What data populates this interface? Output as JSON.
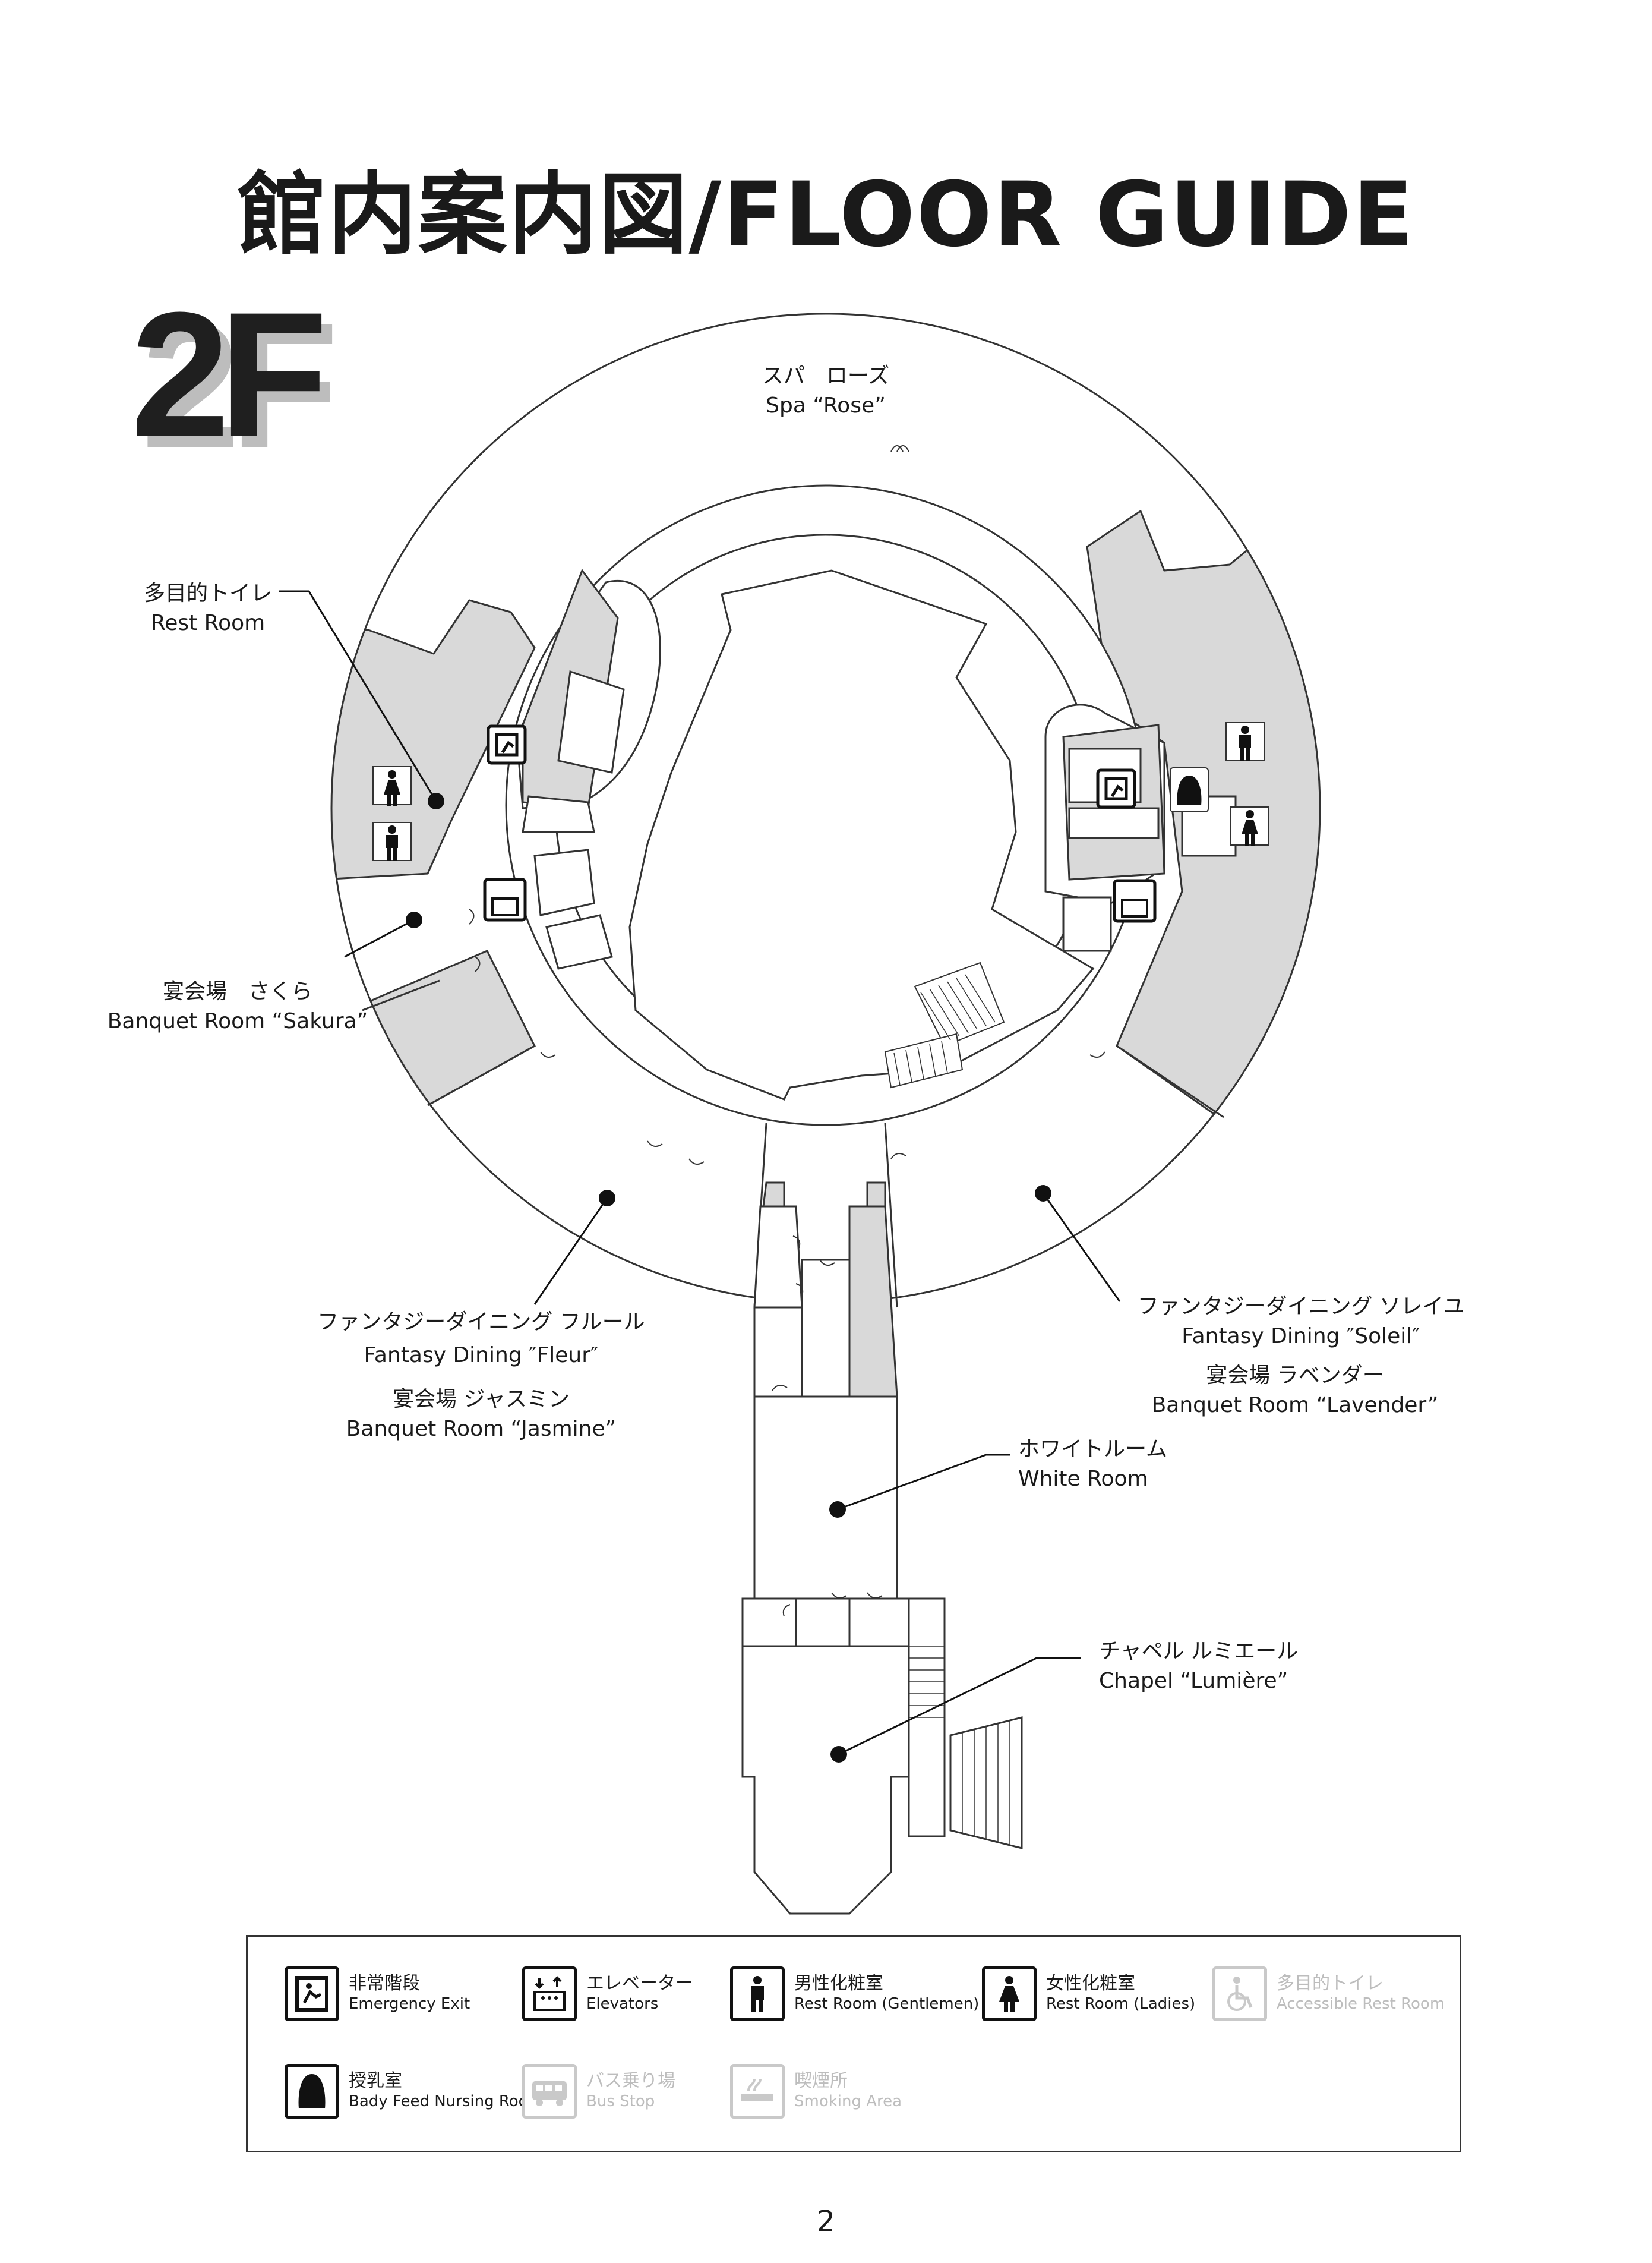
{
  "title": "館内案内図/FLOOR GUIDE",
  "floor": "2F",
  "rooms": {
    "spa": {
      "ja": "スパ　ローズ",
      "en": "Spa “Rose”"
    },
    "restroom": {
      "ja": "多目的トイレ",
      "en": "Rest Room"
    },
    "sakura": {
      "ja": "宴会場　さくら",
      "en": "Banquet Room “Sakura”"
    },
    "fleur": {
      "ja": "ファンタジーダイニング フルール",
      "en": "Fantasy Dining ″Fleur″"
    },
    "jasmine": {
      "ja": "宴会場 ジャスミン",
      "en": "Banquet Room “Jasmine”"
    },
    "soleil": {
      "ja": "ファンタジーダイニング ソレイユ",
      "en": "Fantasy Dining ″Soleil″"
    },
    "lavender": {
      "ja": "宴会場 ラベンダー",
      "en": "Banquet Room “Lavender”"
    },
    "white": {
      "ja": "ホワイトルーム",
      "en": "White Room"
    },
    "chapel": {
      "ja": "チャペル ルミエール",
      "en": "Chapel “Lumière”"
    }
  },
  "legend": [
    {
      "ja": "非常階段",
      "en": "Emergency Exit",
      "icon": "emergency-exit-icon",
      "active": true
    },
    {
      "ja": "エレベーター",
      "en": "Elevators",
      "icon": "elevator-icon",
      "active": true
    },
    {
      "ja": "男性化粧室",
      "en": "Rest Room (Gentlemen)",
      "icon": "mens-restroom-icon",
      "active": true
    },
    {
      "ja": "女性化粧室",
      "en": "Rest Room (Ladies)",
      "icon": "ladies-restroom-icon",
      "active": true
    },
    {
      "ja": "多目的トイレ",
      "en": "Accessible Rest Room",
      "icon": "accessible-restroom-icon",
      "active": false
    },
    {
      "ja": "授乳室",
      "en": "Bady Feed Nursing Room",
      "icon": "nursing-room-icon",
      "active": true
    },
    {
      "ja": "バス乗り場",
      "en": "Bus Stop",
      "icon": "bus-stop-icon",
      "active": false
    },
    {
      "ja": "喫煙所",
      "en": "Smoking Area",
      "icon": "smoking-area-icon",
      "active": false
    }
  ],
  "page_number": "2",
  "colors": {
    "shade": "#d9d9d9",
    "line": "#333333",
    "muted": "#c9c9c9"
  }
}
